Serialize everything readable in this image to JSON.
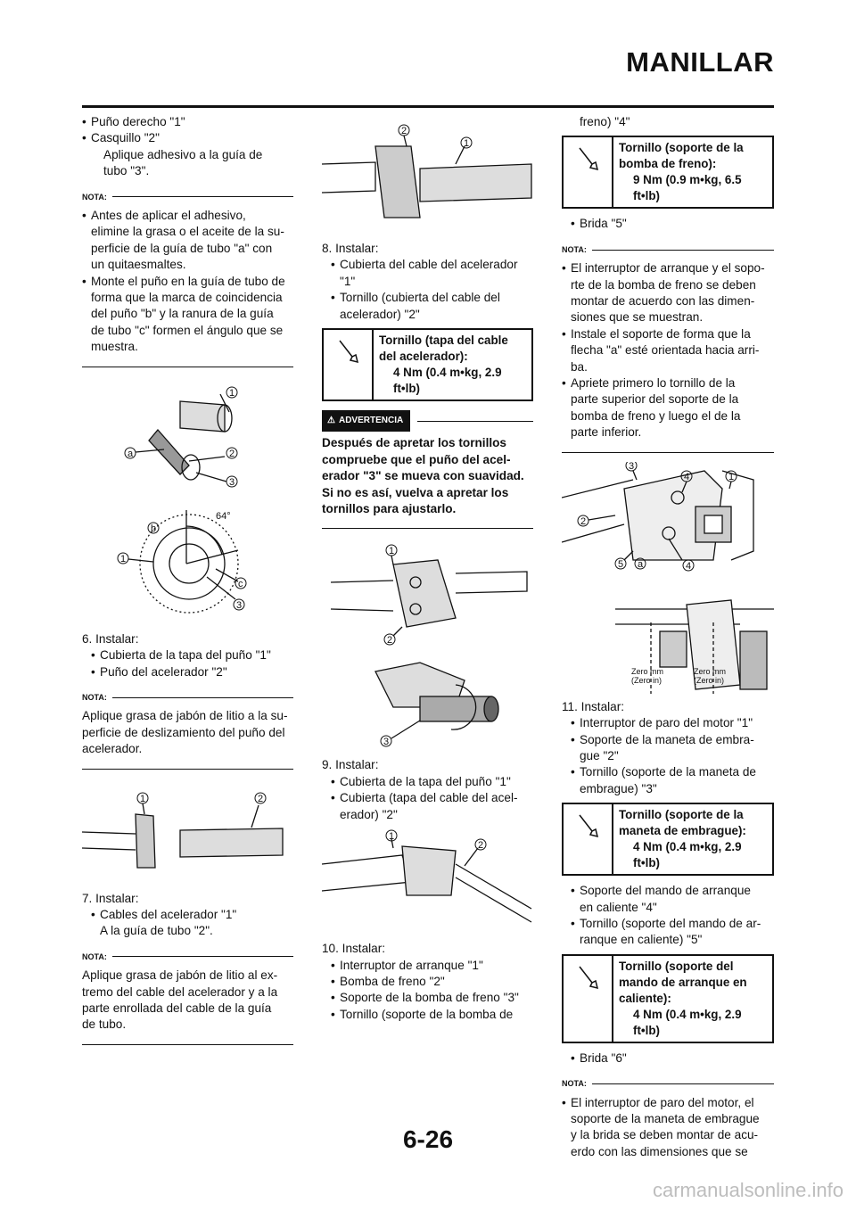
{
  "header": {
    "title": "MANILLAR"
  },
  "col1": {
    "b1": "Puño derecho \"1\"",
    "b2": "Casquillo \"2\"",
    "b2a": "Aplique adhesivo a la guía de",
    "b2b": "tubo \"3\".",
    "nota_label": "NOTA:",
    "n1_lines": [
      "Antes de aplicar el adhesivo,",
      "elimine la grasa o el aceite de la su-",
      "perficie de la guía de tubo \"a\" con",
      "un quitaesmaltes."
    ],
    "n2_lines": [
      "Monte el puño en la guía de tubo de",
      "forma que la marca de coincidencia",
      "del puño \"b\" y la ranura de la guía",
      "de tubo \"c\" formen el ángulo que se",
      "muestra."
    ],
    "fig_angle": "64°",
    "fig_labels": {
      "one": "1",
      "two": "2",
      "three": "3",
      "a": "a",
      "b": "b",
      "c": "c"
    },
    "s6": "6.  Instalar:",
    "s6b1": "Cubierta de la tapa del puño \"1\"",
    "s6b2": "Puño del acelerador \"2\"",
    "nota2_lines": [
      "Aplique grasa de jabón de litio a la su-",
      "perficie de deslizamiento del puño del",
      "acelerador."
    ],
    "s7": "7.  Instalar:",
    "s7b1": "Cables del acelerador \"1\"",
    "s7b1a": "A la guía de tubo \"2\".",
    "nota3_lines": [
      "Aplique grasa de jabón de litio al ex-",
      "tremo del cable del acelerador y a la",
      "parte enrollada del cable de la guía",
      "de tubo."
    ]
  },
  "col2": {
    "s8": "8.  Instalar:",
    "s8b1a": "Cubierta del cable del acelerador",
    "s8b1b": "\"1\"",
    "s8b2a": "Tornillo (cubierta del cable del",
    "s8b2b": "acelerador) \"2\"",
    "t1_lines": [
      "Tornillo (tapa del cable",
      "del acelerador):"
    ],
    "t1_val": [
      "4 Nm (0.4 m•kg, 2.9",
      "ft•lb)"
    ],
    "warn_label": "ADVERTENCIA",
    "warn_lines": [
      "Después de apretar los tornillos",
      "compruebe que el puño del acel-",
      "erador \"3\" se mueva con suavidad.",
      "Si no es así, vuelva a apretar los",
      "tornillos para ajustarlo."
    ],
    "s9": "9.  Instalar:",
    "s9b1": "Cubierta de la tapa del puño \"1\"",
    "s9b2a": "Cubierta (tapa del cable del acel-",
    "s9b2b": "erador) \"2\"",
    "s10": "10. Instalar:",
    "s10b1": "Interruptor de arranque \"1\"",
    "s10b2": "Bomba de freno \"2\"",
    "s10b3": "Soporte de la bomba de freno \"3\"",
    "s10b4": "Tornillo (soporte de la bomba de"
  },
  "col3": {
    "cont": "freno) \"4\"",
    "t2_lines": [
      "Tornillo (soporte de la",
      "bomba de freno):"
    ],
    "t2_val": [
      "9 Nm (0.9 m•kg, 6.5",
      "ft•lb)"
    ],
    "b_brida5": "Brida \"5\"",
    "nota_lines": [
      "El interruptor de arranque y el sopo-",
      "rte de la bomba de freno se deben",
      "montar de acuerdo con las dimen-",
      "siones que se muestran."
    ],
    "nota_b2": [
      "Instale el soporte de forma que la",
      "flecha \"a\" esté orientada hacia arri-",
      "ba."
    ],
    "nota_b3": [
      "Apriete primero lo tornillo de la",
      "parte superior del soporte de la",
      "bomba de freno y luego el de la",
      "parte inferior."
    ],
    "zero1a": "Zero mm",
    "zero1b": "(Zero in)",
    "zero2a": "Zero mm",
    "zero2b": "(Zero in)",
    "s11": "11. Instalar:",
    "s11b1": "Interruptor de paro del motor \"1\"",
    "s11b2a": "Soporte de la maneta de embra-",
    "s11b2b": "gue \"2\"",
    "s11b3a": "Tornillo (soporte de la maneta de",
    "s11b3b": "embrague) \"3\"",
    "t3_lines": [
      "Tornillo (soporte de la",
      "maneta de embrague):"
    ],
    "t3_val": [
      "4 Nm (0.4 m•kg, 2.9",
      "ft•lb)"
    ],
    "b4a": "Soporte del mando de arranque",
    "b4b": "en caliente \"4\"",
    "b5a": "Tornillo (soporte del mando de ar-",
    "b5b": "ranque en caliente) \"5\"",
    "t4_lines": [
      "Tornillo (soporte del",
      "mando de arranque en",
      "caliente):"
    ],
    "t4_val": [
      "4 Nm (0.4 m•kg, 2.9",
      "ft•lb)"
    ],
    "b_brida6": "Brida \"6\"",
    "nota_end": [
      "El interruptor de paro del motor, el",
      "soporte de la maneta de embrague",
      "y la brida se deben montar de acu-",
      "erdo con las dimensiones que se"
    ]
  },
  "footer": {
    "page": "6-26",
    "watermark": "carmanualsonline.info"
  }
}
